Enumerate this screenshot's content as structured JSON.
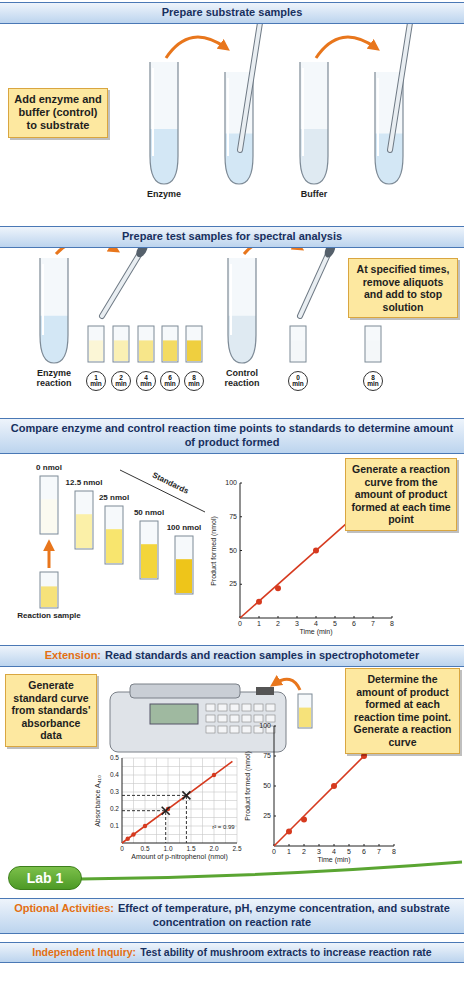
{
  "diagram": {
    "nodes": [
      {
        "text": [
          "Prepare substrate samples"
        ]
      },
      {
        "text": [
          "Add enzyme and buffer (control) to substrate"
        ]
      },
      {
        "text": [
          "Prepare test samples for spectral analysis"
        ]
      },
      {
        "text": [
          "At specified times, remove aliquots and add to stop solution"
        ]
      },
      {
        "text": [
          "1 min"
        ]
      },
      {
        "text": [
          "2 min"
        ]
      },
      {
        "text": [
          "4 min"
        ]
      },
      {
        "text": [
          "6 min"
        ]
      },
      {
        "text": [
          "8 min"
        ]
      },
      {
        "text": [
          "0 min"
        ]
      },
      {
        "text": [
          "8 min"
        ]
      },
      {
        "text": [
          "Compare enzyme and control reaction time points to standards to determine amount of product formed"
        ]
      },
      {
        "text": [
          "Generate a reaction curve from the amount of product formed at each time point"
        ]
      },
      {
        "text": [
          "Extension:",
          "Read standards and reaction samples in spectrophotometer"
        ]
      },
      {
        "text": [
          "Generate standard curve from standards' absorbance data"
        ]
      },
      {
        "text": [
          "Determine the amount of product formed at each reaction time point. Generate a reaction curve"
        ]
      },
      {
        "text": [
          "Lab 1"
        ]
      },
      {
        "text": [
          "Optional Activities:",
          "Effect of temperature, pH, enzyme concentration, and substrate concentration on reaction rate"
        ]
      },
      {
        "text": [
          "Independent Inquiry:",
          "Test ability of mushroom extracts to increase reaction rate"
        ]
      }
    ],
    "labels": [
      "Enzyme",
      "Buffer",
      "Enzyme reaction",
      "Control reaction",
      "0 nmol",
      "12.5 nmol",
      "25 nmol",
      "50 nmol",
      "100 nmol",
      "Standards",
      "Reaction sample",
      "Product formed (nmol)",
      "100",
      "75",
      "50",
      "25",
      "0",
      "1",
      "2",
      "3",
      "4",
      "5",
      "6",
      "7",
      "8",
      "Time (min)",
      "Absorbance A₄₁₀",
      "0.5",
      "0.4",
      "0.3",
      "0.2",
      "0.1",
      "0",
      "0.5",
      "1.0",
      "1.5",
      "2.0",
      "2.5",
      "Amount of p-nitrophenol (nmol)",
      "r² = 0.99",
      "Product formed (nmol)",
      "100",
      "75",
      "50",
      "25",
      "0",
      "1",
      "2",
      "3",
      "4",
      "5",
      "6",
      "7",
      "8",
      "Time (min)"
    ]
  }
}
